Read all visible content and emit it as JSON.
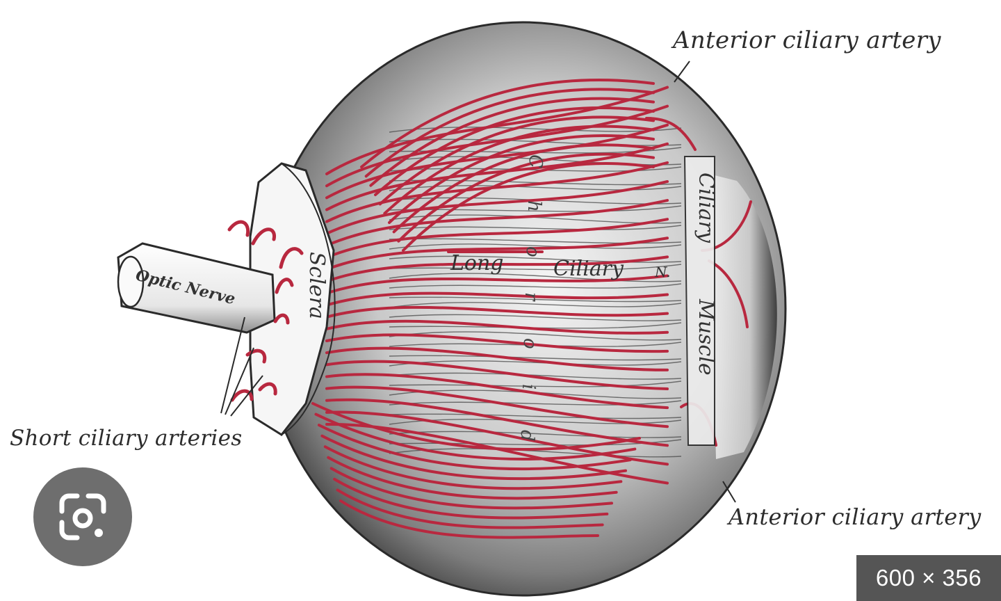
{
  "figure": {
    "labels": {
      "anterior_top": "Anterior ciliary artery",
      "anterior_bottom": "Anterior ciliary artery",
      "short_ciliary": "Short ciliary arteries",
      "optic_nerve": "Optic Nerve",
      "sclera": "Sclera",
      "long": "Long",
      "ciliary": "Ciliary",
      "nerve_abbrev": "N.",
      "ciliary_muscle_top": "Ciliary",
      "ciliary_muscle_bottom": "Muscle",
      "choroid_letters": [
        "C",
        "h",
        "o",
        "r",
        "o",
        "i",
        "d"
      ]
    },
    "colors": {
      "vessel": "#b8283f",
      "ink": "#2a2a2a",
      "tissue": "#cfcfcf"
    }
  },
  "overlay": {
    "lens_icon": "google-lens-icon",
    "image_size": "600 × 356"
  }
}
